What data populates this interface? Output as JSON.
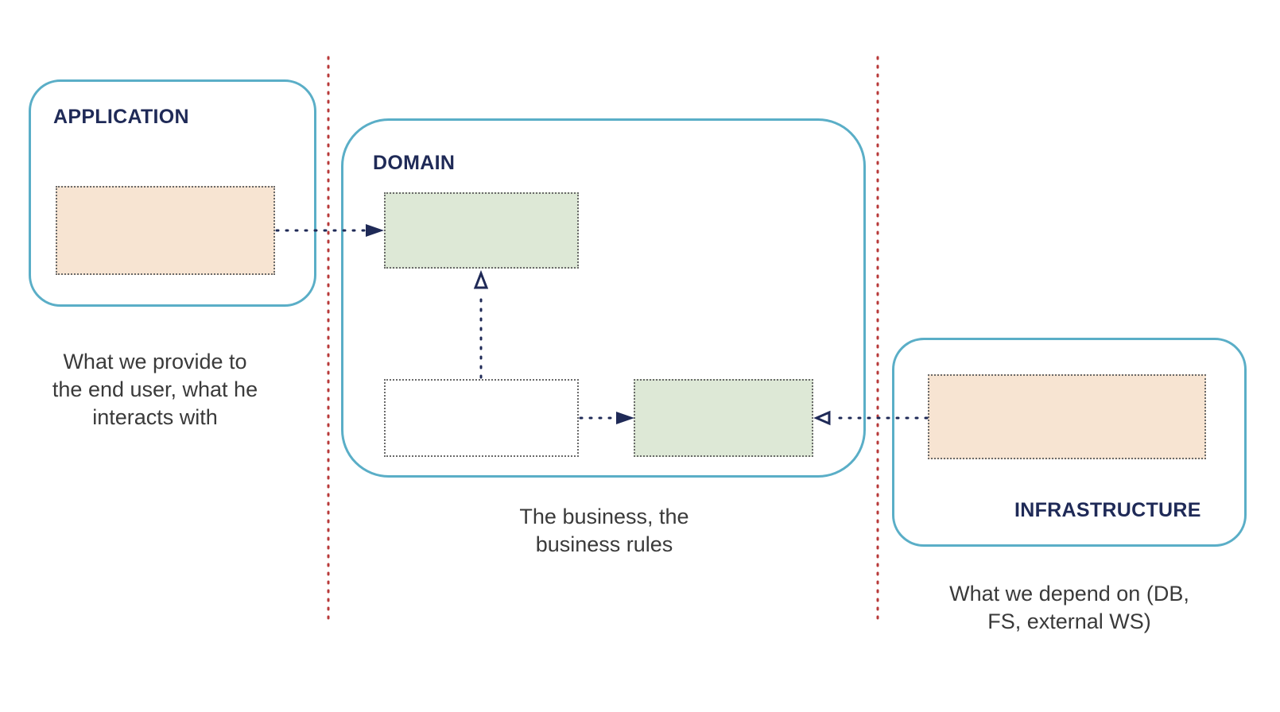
{
  "colors": {
    "frame_border": "#5aaec7",
    "boundary_line": "#b83a3a",
    "arrow": "#1f2a57",
    "title_text": "#1f2a57",
    "caption_text": "#3a3a3a",
    "application_fill": "#f7e4d2",
    "domain_fill": "#dde8d6",
    "infrastructure_fill": "#f7e4d2",
    "plain_fill": "#ffffff"
  },
  "application": {
    "title": "APPLICATION",
    "caption": "What we provide to\nthe end user, what he\ninteracts with"
  },
  "domain": {
    "title": "DOMAIN",
    "caption": "The business, the\nbusiness rules"
  },
  "infrastructure": {
    "title": "INFRASTRUCTURE",
    "caption": "What we depend on (DB,\nFS, external WS)"
  }
}
